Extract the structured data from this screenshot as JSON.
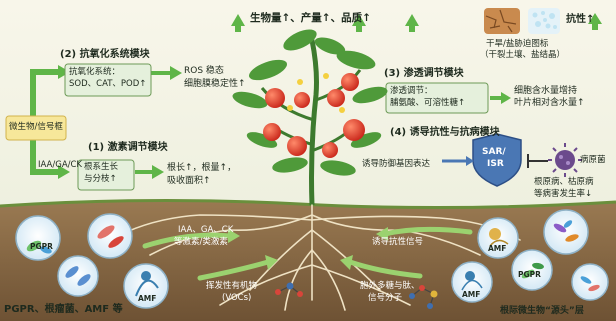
{
  "top": {
    "outputs": "生物量↑、产量↑、品质↑",
    "resistance": "抗性↑",
    "stress_label_line1": "干旱/盐胁迫图标",
    "stress_label_line2": "（干裂土壤、盐结晶）"
  },
  "modules": {
    "antioxidant": {
      "title": "(2) 抗氧化系统模块",
      "box_line1": "抗氧化系统：",
      "box_line2": "SOD、CAT、POD↑",
      "effect_line1": "ROS 稳态",
      "effect_line2": "细胞膜稳定性↑"
    },
    "osmotic": {
      "title": "(3) 渗透调节模块",
      "box_line1": "渗透调节：",
      "box_line2": "脯氨酸、可溶性糖↑",
      "effect_line1": "细胞含水量增持",
      "effect_line2": "叶片相对含水量↑"
    },
    "hormone": {
      "title": "(1) 激素调节模块",
      "input": "IAA/GA/CK",
      "box_line1": "根系生长",
      "box_line2": "与分枝↑",
      "effect_line1": "根长↑，根量↑，",
      "effect_line2": "吸收面积↑"
    },
    "defense": {
      "title": "(4) 诱导抗性与抗病模块",
      "gene_expression": "诱导防御基因表达",
      "shield_line1": "SAR/",
      "shield_line2": "ISR",
      "pathogen": "病原菌",
      "pathogen_effect_line1": "根原病、枯原病",
      "pathogen_effect_line2": "等病害发生率↓"
    }
  },
  "signal_box": "微生物/信号框",
  "underground": {
    "hormones_line1": "IAA、GA、CK",
    "hormones_line2": "等激素/类激素",
    "vocs_line1": "挥发性有机物",
    "vocs_line2": "(VOCs)",
    "eps_line1": "胞外多糖与肽、",
    "eps_line2": "信号分子",
    "induced_signal": "诱导抗性信号",
    "left_source": "PGPR、根瘤菌、AMF 等",
    "right_source": "根际微生物“源头”层"
  },
  "microbe_labels": {
    "pgpr_left": "PGPR",
    "amf_left": "AMF",
    "amf_right_top": "AMF",
    "pgpr_right": "PGPR",
    "amf_right_bottom": "AMF"
  },
  "colors": {
    "green_arrow": "#5fb548",
    "soil": "#8a6a43",
    "box_fill": "#e5f0dc",
    "box_stroke": "#6d9a57",
    "signal_fill": "#f7e79a",
    "shield": "#4a77b4",
    "pathogen": "#6b4a8c",
    "tomato": "#e03b2a"
  }
}
